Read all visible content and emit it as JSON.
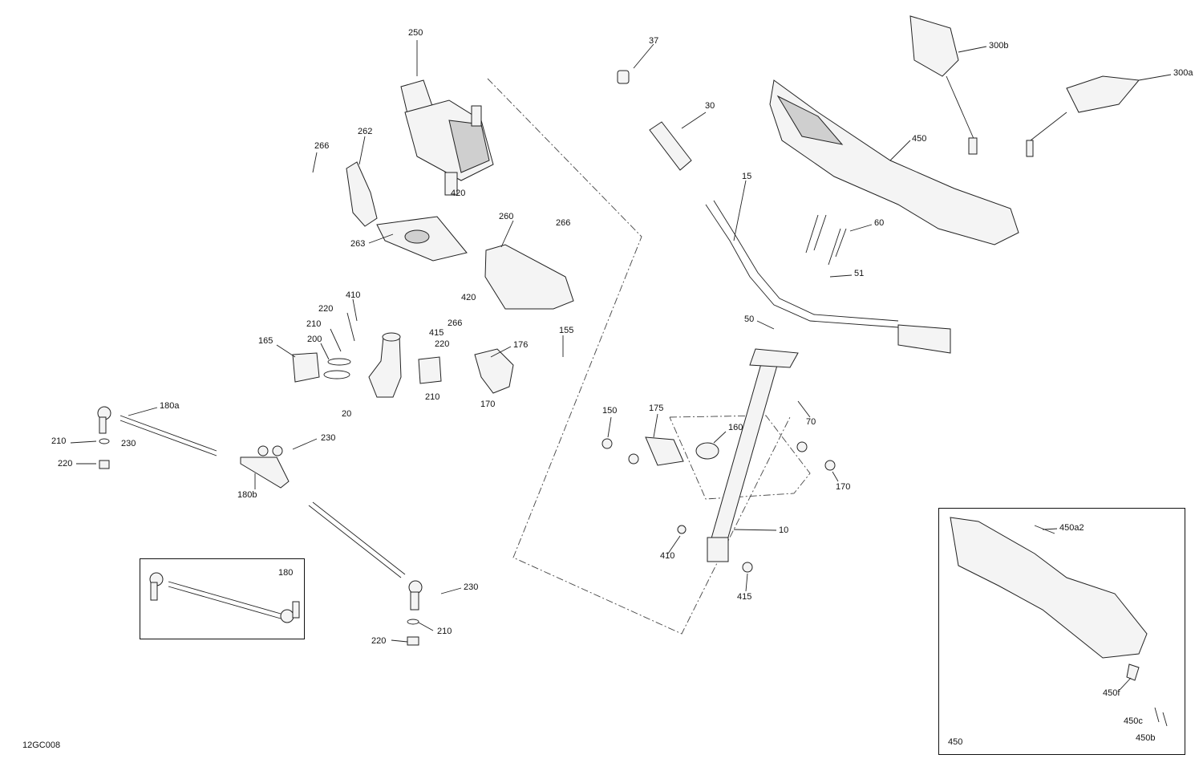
{
  "drawing_code": "12GC008",
  "callouts": {
    "c250": "250",
    "c266a": "266",
    "c262": "262",
    "c420a": "420",
    "c263": "263",
    "c260": "260",
    "c266b": "266",
    "c420b": "420",
    "c266c": "266",
    "c410a": "410",
    "c220a": "220",
    "c210a": "210",
    "c200": "200",
    "c165": "165",
    "c415a": "415",
    "c220b": "220",
    "c176": "176",
    "c155": "155",
    "c170a": "170",
    "c210b": "210",
    "c20": "20",
    "c180a": "180a",
    "c230a": "230",
    "c210c": "210",
    "c220c": "220",
    "c230b": "230",
    "c180b": "180b",
    "c180": "180",
    "c230c": "230",
    "c210d": "210",
    "c220d": "220",
    "c37": "37",
    "c30": "30",
    "c15": "15",
    "c60": "60",
    "c51": "51",
    "c50": "50",
    "c70": "70",
    "c150": "150",
    "c175": "175",
    "c160": "160",
    "c170b": "170",
    "c10": "10",
    "c410b": "410",
    "c415b": "415",
    "c450": "450",
    "c300b": "300b",
    "c300a": "300a",
    "c450a2": "450a2",
    "c450f": "450f",
    "c450c": "450c",
    "c450b": "450b",
    "c450box": "450"
  }
}
